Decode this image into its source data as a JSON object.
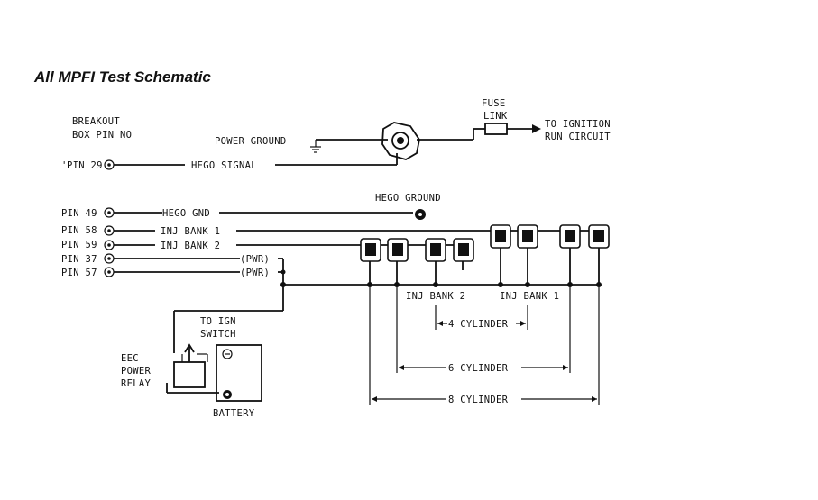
{
  "title": "All MPFI Test Schematic",
  "breakout": {
    "line1": "BREAKOUT",
    "line2": "BOX PIN NO"
  },
  "pins": [
    {
      "pin": "PIN 29",
      "signal": "HEGO SIGNAL"
    },
    {
      "pin": "PIN 49",
      "signal": "HEGO GND"
    },
    {
      "pin": "PIN 58",
      "signal": "INJ  BANK 1"
    },
    {
      "pin": "PIN 59",
      "signal": "INJ  BANK 2"
    },
    {
      "pin": "PIN 37",
      "signal": "(PWR)"
    },
    {
      "pin": "PIN 57",
      "signal": "(PWR)"
    }
  ],
  "pin29_mark": "'",
  "labels": {
    "power_ground": "POWER GROUND",
    "fuse_1": "FUSE",
    "fuse_2": "LINK",
    "to_ign_run_1": "TO IGNITION",
    "to_ign_run_2": "RUN CIRCUIT",
    "hego_ground": "HEGO GROUND",
    "inj_bank2": "INJ  BANK 2",
    "inj_bank1": "INJ  BANK 1",
    "to_ign_switch_1": "TO IGN",
    "to_ign_switch_2": "SWITCH",
    "eec_1": "EEC",
    "eec_2": "POWER",
    "eec_3": "RELAY",
    "battery": "BATTERY",
    "cyl4": "4 CYLINDER",
    "cyl6": "6 CYLINDER",
    "cyl8": "8 CYLINDER"
  }
}
